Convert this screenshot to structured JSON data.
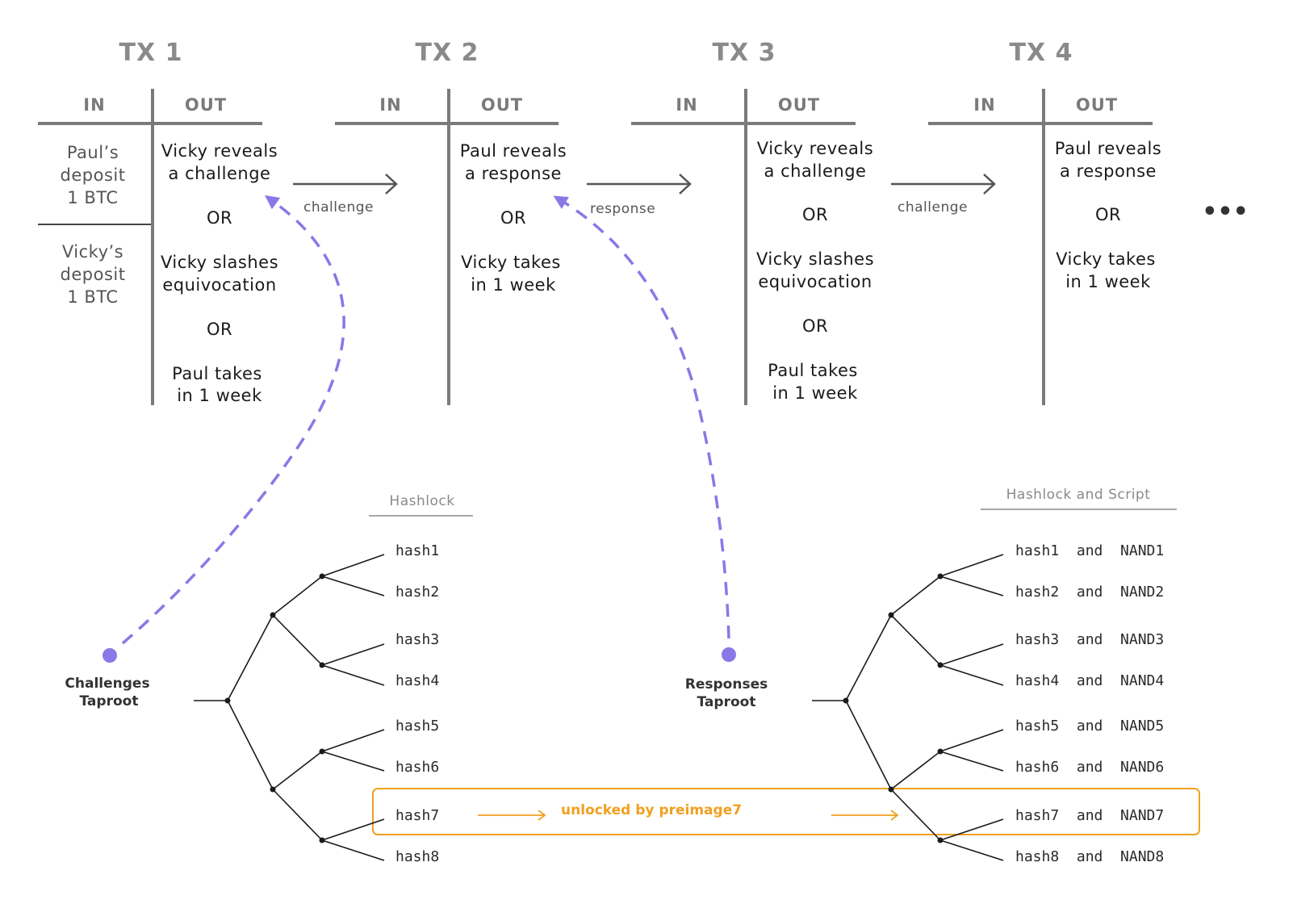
{
  "transactions": [
    {
      "title": "TX 1",
      "in_label": "IN",
      "out_label": "OUT",
      "inputs": [
        [
          "Paul’s",
          "deposit",
          "1 BTC"
        ],
        [
          "Vicky’s",
          "deposit",
          "1 BTC"
        ]
      ],
      "outputs": [
        [
          "Vicky reveals",
          "a challenge"
        ],
        [
          "OR"
        ],
        [
          "Vicky slashes",
          "equivocation"
        ],
        [
          "OR"
        ],
        [
          "Paul takes",
          "in 1 week"
        ]
      ]
    },
    {
      "title": "TX 2",
      "in_label": "IN",
      "out_label": "OUT",
      "inputs": [],
      "outputs": [
        [
          "Paul reveals",
          "a response"
        ],
        [
          "OR"
        ],
        [
          "Vicky takes",
          "in 1 week"
        ]
      ]
    },
    {
      "title": "TX 3",
      "in_label": "IN",
      "out_label": "OUT",
      "inputs": [],
      "outputs": [
        [
          "Vicky reveals",
          "a challenge"
        ],
        [
          "OR"
        ],
        [
          "Vicky slashes",
          "equivocation"
        ],
        [
          "OR"
        ],
        [
          "Paul takes",
          "in 1 week"
        ]
      ]
    },
    {
      "title": "TX 4",
      "in_label": "IN",
      "out_label": "OUT",
      "inputs": [],
      "outputs": [
        [
          "Paul reveals",
          "a response"
        ],
        [
          "OR"
        ],
        [
          "Vicky takes",
          "in 1 week"
        ]
      ]
    }
  ],
  "arrows": [
    {
      "label": "challenge"
    },
    {
      "label": "response"
    },
    {
      "label": "challenge"
    }
  ],
  "ellipsis": "•••",
  "trees": [
    {
      "heading": "Hashlock",
      "root_label": [
        "Challenges",
        "Taproot"
      ],
      "leaves": [
        "hash1",
        "hash2",
        "hash3",
        "hash4",
        "hash5",
        "hash6",
        "hash7",
        "hash8"
      ]
    },
    {
      "heading": "Hashlock and Script",
      "root_label": [
        "Responses",
        "Taproot"
      ],
      "leaves": [
        "hash1  and  NAND1",
        "hash2  and  NAND2",
        "hash3  and  NAND3",
        "hash4  and  NAND4",
        "hash5  and  NAND5",
        "hash6  and  NAND6",
        "hash7  and  NAND7",
        "hash8  and  NAND8"
      ]
    }
  ],
  "unlock_label": "unlocked by preimage7",
  "colors": {
    "title_gray": "#8a8a8a",
    "dashed_purple": "#8b77e6",
    "highlight_orange": "#f0a020",
    "line_dark": "#1a1a1a"
  }
}
